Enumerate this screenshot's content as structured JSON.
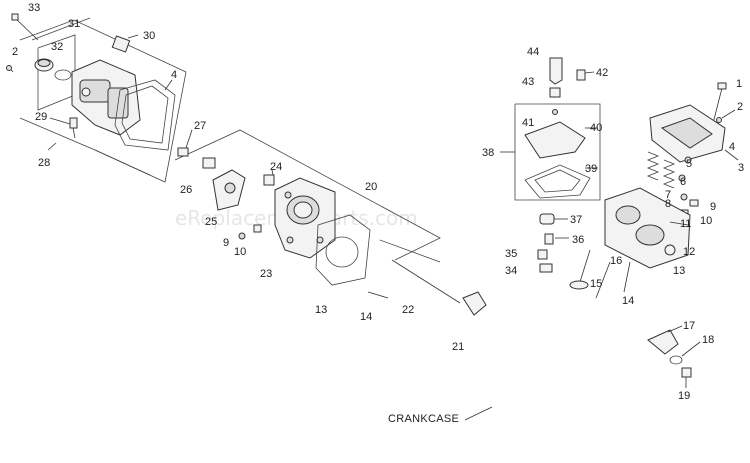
{
  "watermark": "eReplacementParts.com",
  "caption": "CRANKCASE",
  "labels": {
    "l1": "1",
    "l2a": "2",
    "l2b": "2",
    "l3": "3",
    "l4a": "4",
    "l4b": "4",
    "l5": "5",
    "l6": "6",
    "l7": "7",
    "l8": "8",
    "l9a": "9",
    "l9b": "9",
    "l10a": "10",
    "l10b": "10",
    "l11": "11",
    "l12": "12",
    "l13a": "13",
    "l13b": "13",
    "l14a": "14",
    "l14b": "14",
    "l15": "15",
    "l16": "16",
    "l17": "17",
    "l18": "18",
    "l19": "19",
    "l20": "20",
    "l21": "21",
    "l22": "22",
    "l23": "23",
    "l24": "24",
    "l25": "25",
    "l26": "26",
    "l27": "27",
    "l28": "28",
    "l29": "29",
    "l30": "30",
    "l31": "31",
    "l32": "32",
    "l33": "33",
    "l34": "34",
    "l35": "35",
    "l36": "36",
    "l37": "37",
    "l38": "38",
    "l39": "39",
    "l40": "40",
    "l41": "41",
    "l42": "42",
    "l43": "43",
    "l44": "44"
  }
}
